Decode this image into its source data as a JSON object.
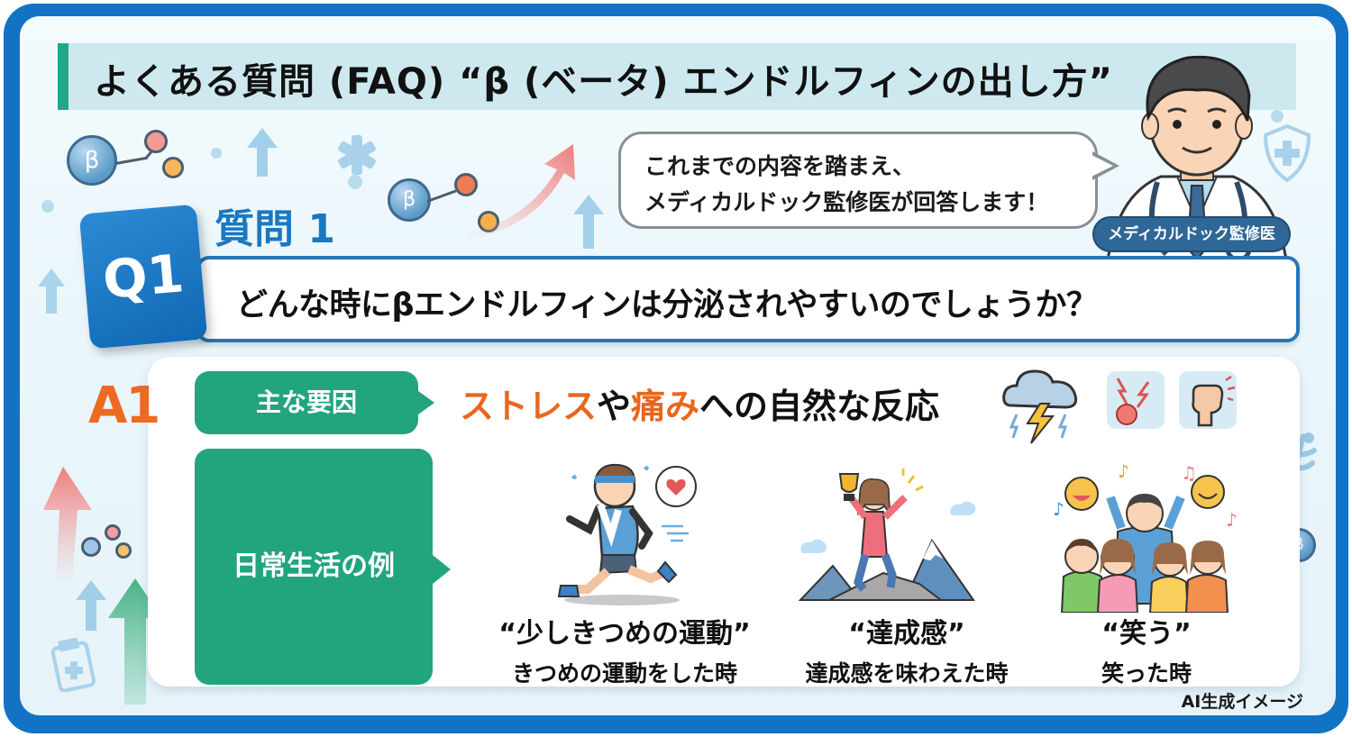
{
  "title": "よくある質問 (FAQ) “β (ベータ) エンドルフィンの出し方”",
  "speech_bubble": {
    "line1": "これまでの内容を踏まえ、",
    "line2": "メディカルドック監修医が回答します！"
  },
  "doctor_badge": "メディカルドック監修医",
  "question": {
    "badge": "Q1",
    "heading": "質問 1",
    "text": "どんな時にβエンドルフィンは分泌されやすいのでしょうか？"
  },
  "answer": {
    "label": "A1",
    "main_factor_label": "主な要因",
    "main_factor": {
      "part1": "ストレス",
      "part2": "や",
      "part3": "痛み",
      "part4": "への自然な反応"
    },
    "daily_label": "日常生活の例",
    "examples": [
      {
        "title": "“少しきつめの運動”",
        "subtitle": "きつめの運動をした時",
        "icon": "running-person-icon"
      },
      {
        "title": "“達成感”",
        "subtitle": "達成感を味わえた時",
        "icon": "trophy-mountain-icon"
      },
      {
        "title": "“笑う”",
        "subtitle": "笑った時",
        "icon": "laughing-group-icon"
      }
    ]
  },
  "deco": {
    "beta_symbol": "β"
  },
  "footer_note": "AI生成イメージ",
  "colors": {
    "frame_blue": "#1273c4",
    "accent_green": "#22a47f",
    "accent_orange": "#ec6a22",
    "question_blue": "#1a78c0"
  }
}
